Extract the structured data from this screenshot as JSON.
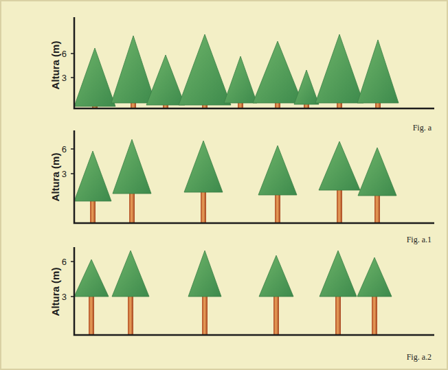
{
  "diagram": {
    "labels": [
      "Altura (m)",
      "6",
      "3",
      "Fig. a",
      "Altura (m)",
      "6",
      "3",
      "Fig. a.1",
      "Altura (m)",
      "6",
      "3",
      "Fig. a.2"
    ]
  }
}
